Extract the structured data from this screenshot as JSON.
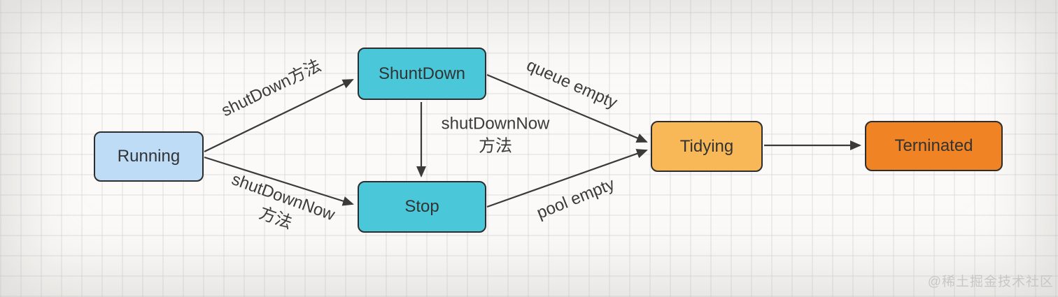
{
  "diagram": {
    "nodes": [
      {
        "id": "running",
        "label": "Running"
      },
      {
        "id": "shuntdown",
        "label": "ShuntDown"
      },
      {
        "id": "stop",
        "label": "Stop"
      },
      {
        "id": "tidying",
        "label": "Tidying"
      },
      {
        "id": "terninated",
        "label": "Terninated"
      }
    ],
    "edges": [
      {
        "from": "Running",
        "to": "ShuntDown",
        "label": "shutDown方法"
      },
      {
        "from": "Running",
        "to": "Stop",
        "label": "shutDownNow\n方法"
      },
      {
        "from": "ShuntDown",
        "to": "Stop",
        "label": "shutDownNow\n方法"
      },
      {
        "from": "ShuntDown",
        "to": "Tidying",
        "label": "queue empty"
      },
      {
        "from": "Stop",
        "to": "Tidying",
        "label": "pool empty"
      },
      {
        "from": "Tidying",
        "to": "Terninated",
        "label": ""
      }
    ]
  },
  "watermark": "@稀土掘金技术社区",
  "colors": {
    "running_fill": "#bedcf6",
    "shuntdown_fill": "#4ac8da",
    "stop_fill": "#4ac8da",
    "tidying_fill": "#f9b857",
    "terninated_fill": "#f08323",
    "node_border": "#2d2d2d",
    "arrow": "#3a3a3a",
    "label_text": "#3b3b3b",
    "grid_line": "#cbcdd1",
    "background": "#fbfaf8",
    "watermark_text": "#c8c7c5"
  }
}
